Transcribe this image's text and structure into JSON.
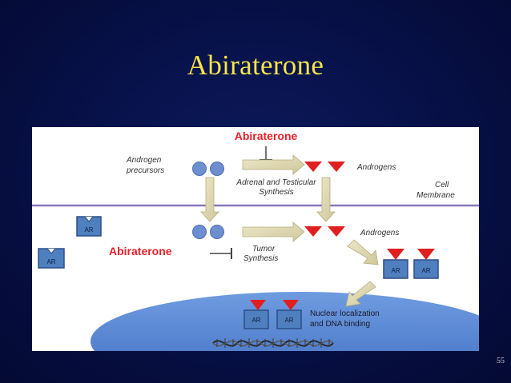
{
  "slide": {
    "title": "Abiraterone",
    "slide_number": "55"
  },
  "diagram": {
    "drug_label_top": "Abiraterone",
    "drug_label_left": "Abiraterone",
    "androgen_precursors_line1": "Androgen",
    "androgen_precursors_line2": "precursors",
    "adrenal_synthesis_line1": "Adrenal and Testicular",
    "adrenal_synthesis_line2": "Synthesis",
    "androgens_top": "Androgens",
    "androgens_middle": "Androgens",
    "cell_membrane_line1": "Cell",
    "cell_membrane_line2": "Membrane",
    "tumor_synthesis_line1": "Tumor",
    "tumor_synthesis_line2": "Synthesis",
    "nuclear_line1": "Nuclear localization",
    "nuclear_line2": "and DNA binding",
    "receptor_label": "AR",
    "colors": {
      "drug_red": "#e8202a",
      "androgen_red": "#e01f1f",
      "precursor_blue": "#6d8fd0",
      "receptor_blue": "#4f7fbf",
      "arrow_tan": "#e2dcb4",
      "membrane_purple": "#8a78b8",
      "nucleus_blue": "#5b8bd6"
    }
  }
}
